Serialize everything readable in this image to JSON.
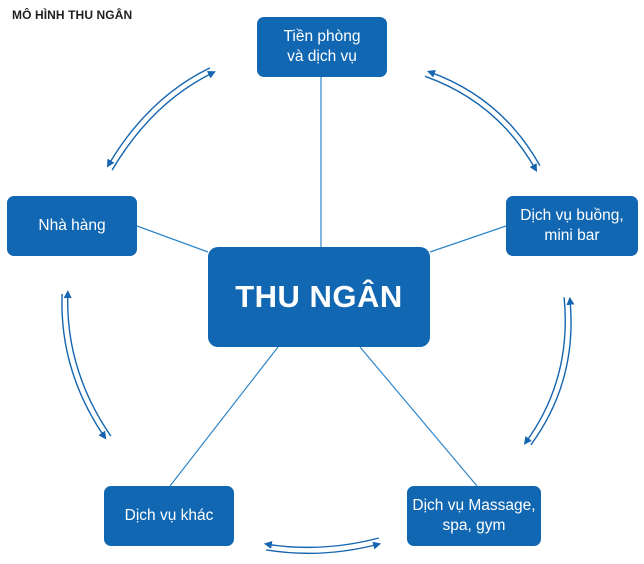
{
  "title": "MÔ HÌNH THU NGÂN",
  "center": {
    "label": "THU NGÂN"
  },
  "nodes": [
    {
      "id": "front-office",
      "label": "Tiền phòng\nvà dịch vụ"
    },
    {
      "id": "housekeeping",
      "label": "Dịch vụ buồng,\nmini bar"
    },
    {
      "id": "spa",
      "label": "Dịch vụ Massage,\nspa, gym"
    },
    {
      "id": "other",
      "label": "Dịch vụ khác"
    },
    {
      "id": "restaurant",
      "label": "Nhà hàng"
    }
  ],
  "colors": {
    "node_fill": "#1167b1",
    "connector": "#2f86c9",
    "arrow": "#1565b0",
    "text_on_node": "#ffffff"
  }
}
